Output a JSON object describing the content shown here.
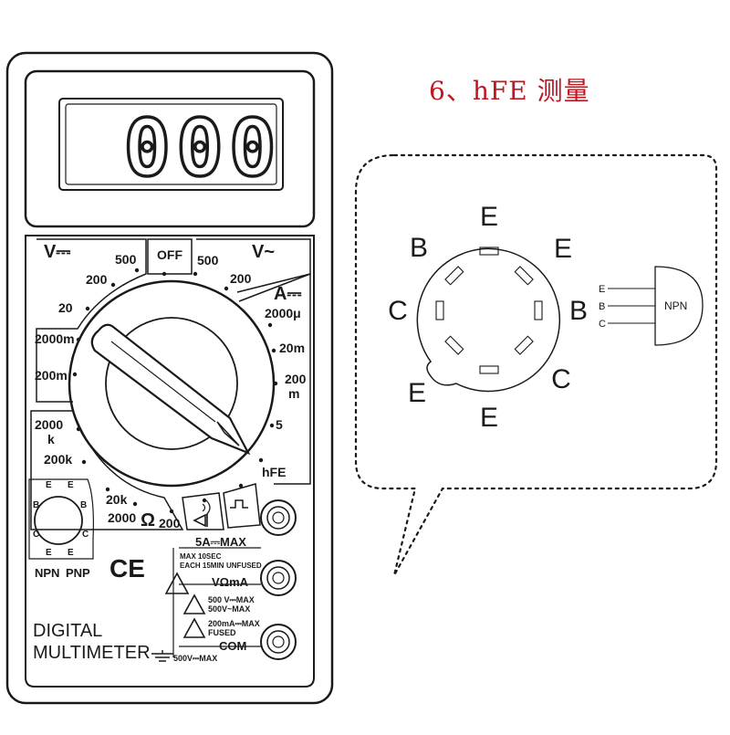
{
  "title": "6、hFE 测量",
  "display": {
    "reading": "000"
  },
  "range_labels": {
    "dcv_header": "V⎓",
    "acv_header": "V~",
    "dca_header": "A⎓",
    "off": "OFF",
    "dcv": [
      "500",
      "200",
      "20",
      "2000m",
      "200m"
    ],
    "acv": [
      "500",
      "200"
    ],
    "dca": [
      "2000μ",
      "20m",
      "200",
      "m",
      "5"
    ],
    "hfe": "hFE",
    "ohm": [
      "2000",
      "k",
      "200k",
      "20k",
      "2000",
      "200"
    ],
    "ohm_symbol": "Ω"
  },
  "socket_diagram": {
    "left_col": [
      "E",
      "B",
      "C",
      "E"
    ],
    "right_col": [
      "E",
      "B",
      "C",
      "E"
    ],
    "npn": "NPN",
    "pnp": "PNP"
  },
  "ce_mark": "CE",
  "terminals": {
    "a5": "5A⎓MAX",
    "max10": "MAX 10SEC",
    "each15": "EACH 15MIN",
    "unfused": "UNFUSED",
    "vomA": "VΩmA",
    "w1": "500 V⎓MAX",
    "w2": "500V~MAX",
    "w3": "200mA⎓MAX",
    "fused": "FUSED",
    "com": "COM",
    "ground": "500V⎓MAX"
  },
  "brand": {
    "line1": "DIGITAL",
    "line2": "MULTIMETER"
  },
  "pinout": {
    "labels": [
      {
        "text": "E"
      },
      {
        "text": "B"
      },
      {
        "text": "E"
      },
      {
        "text": "C"
      },
      {
        "text": "B"
      },
      {
        "text": "E"
      },
      {
        "text": "C"
      },
      {
        "text": "E"
      }
    ]
  },
  "transistor": {
    "pins": [
      "E",
      "B",
      "C"
    ],
    "label": "NPN"
  },
  "colors": {
    "title": "#c01622",
    "ink": "#1a1a1a"
  }
}
